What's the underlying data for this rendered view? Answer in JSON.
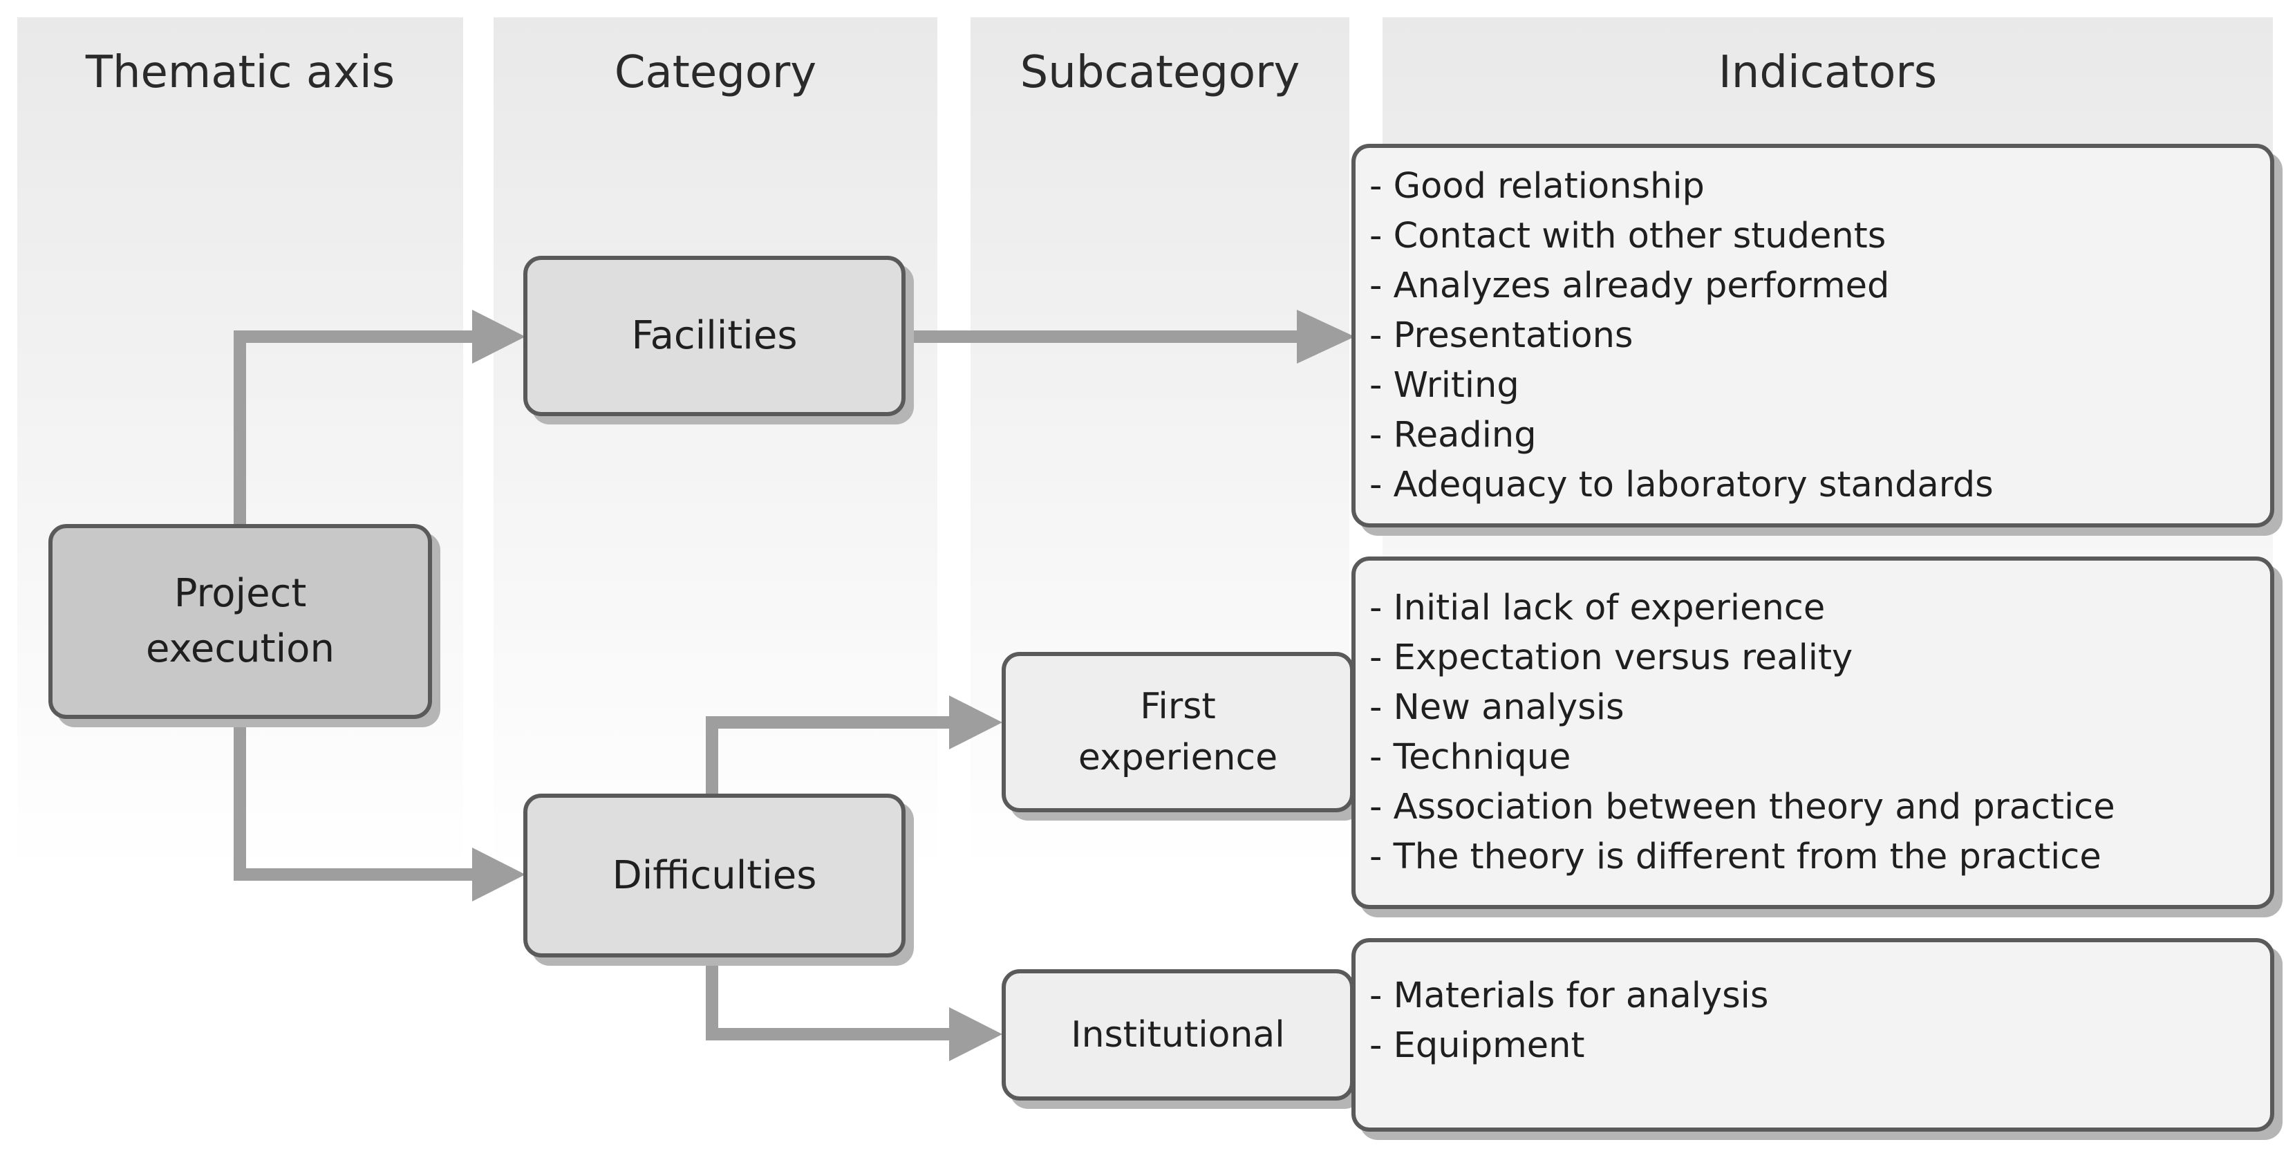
{
  "columns": {
    "thematic_axis": "Thematic axis",
    "category": "Category",
    "subcategory": "Subcategory",
    "indicators": "Indicators"
  },
  "nodes": {
    "project_execution": "Project\nexecution",
    "facilities": "Facilities",
    "difficulties": "Difficulties",
    "first_experience": "First\nexperience",
    "institutional": "Institutional"
  },
  "indicators": {
    "facilities": [
      "- Good relationship",
      "- Contact with other students",
      "- Analyzes already performed",
      "- Presentations",
      "- Writing",
      "- Reading",
      "- Adequacy to laboratory standards"
    ],
    "first_experience": [
      "- Initial lack of experience",
      "- Expectation versus reality",
      "- New analysis",
      "- Technique",
      "- Association between theory and practice",
      "- The theory is different from the practice"
    ],
    "institutional": [
      "- Materials for analysis",
      "- Equipment"
    ]
  },
  "colors": {
    "connector": "#9e9e9e",
    "border": "#5a5a5a",
    "root_fill": "#c8c8c8",
    "category_fill": "#dedede",
    "subcategory_fill": "#eeeeee",
    "indicator_fill": "#f3f3f3"
  }
}
